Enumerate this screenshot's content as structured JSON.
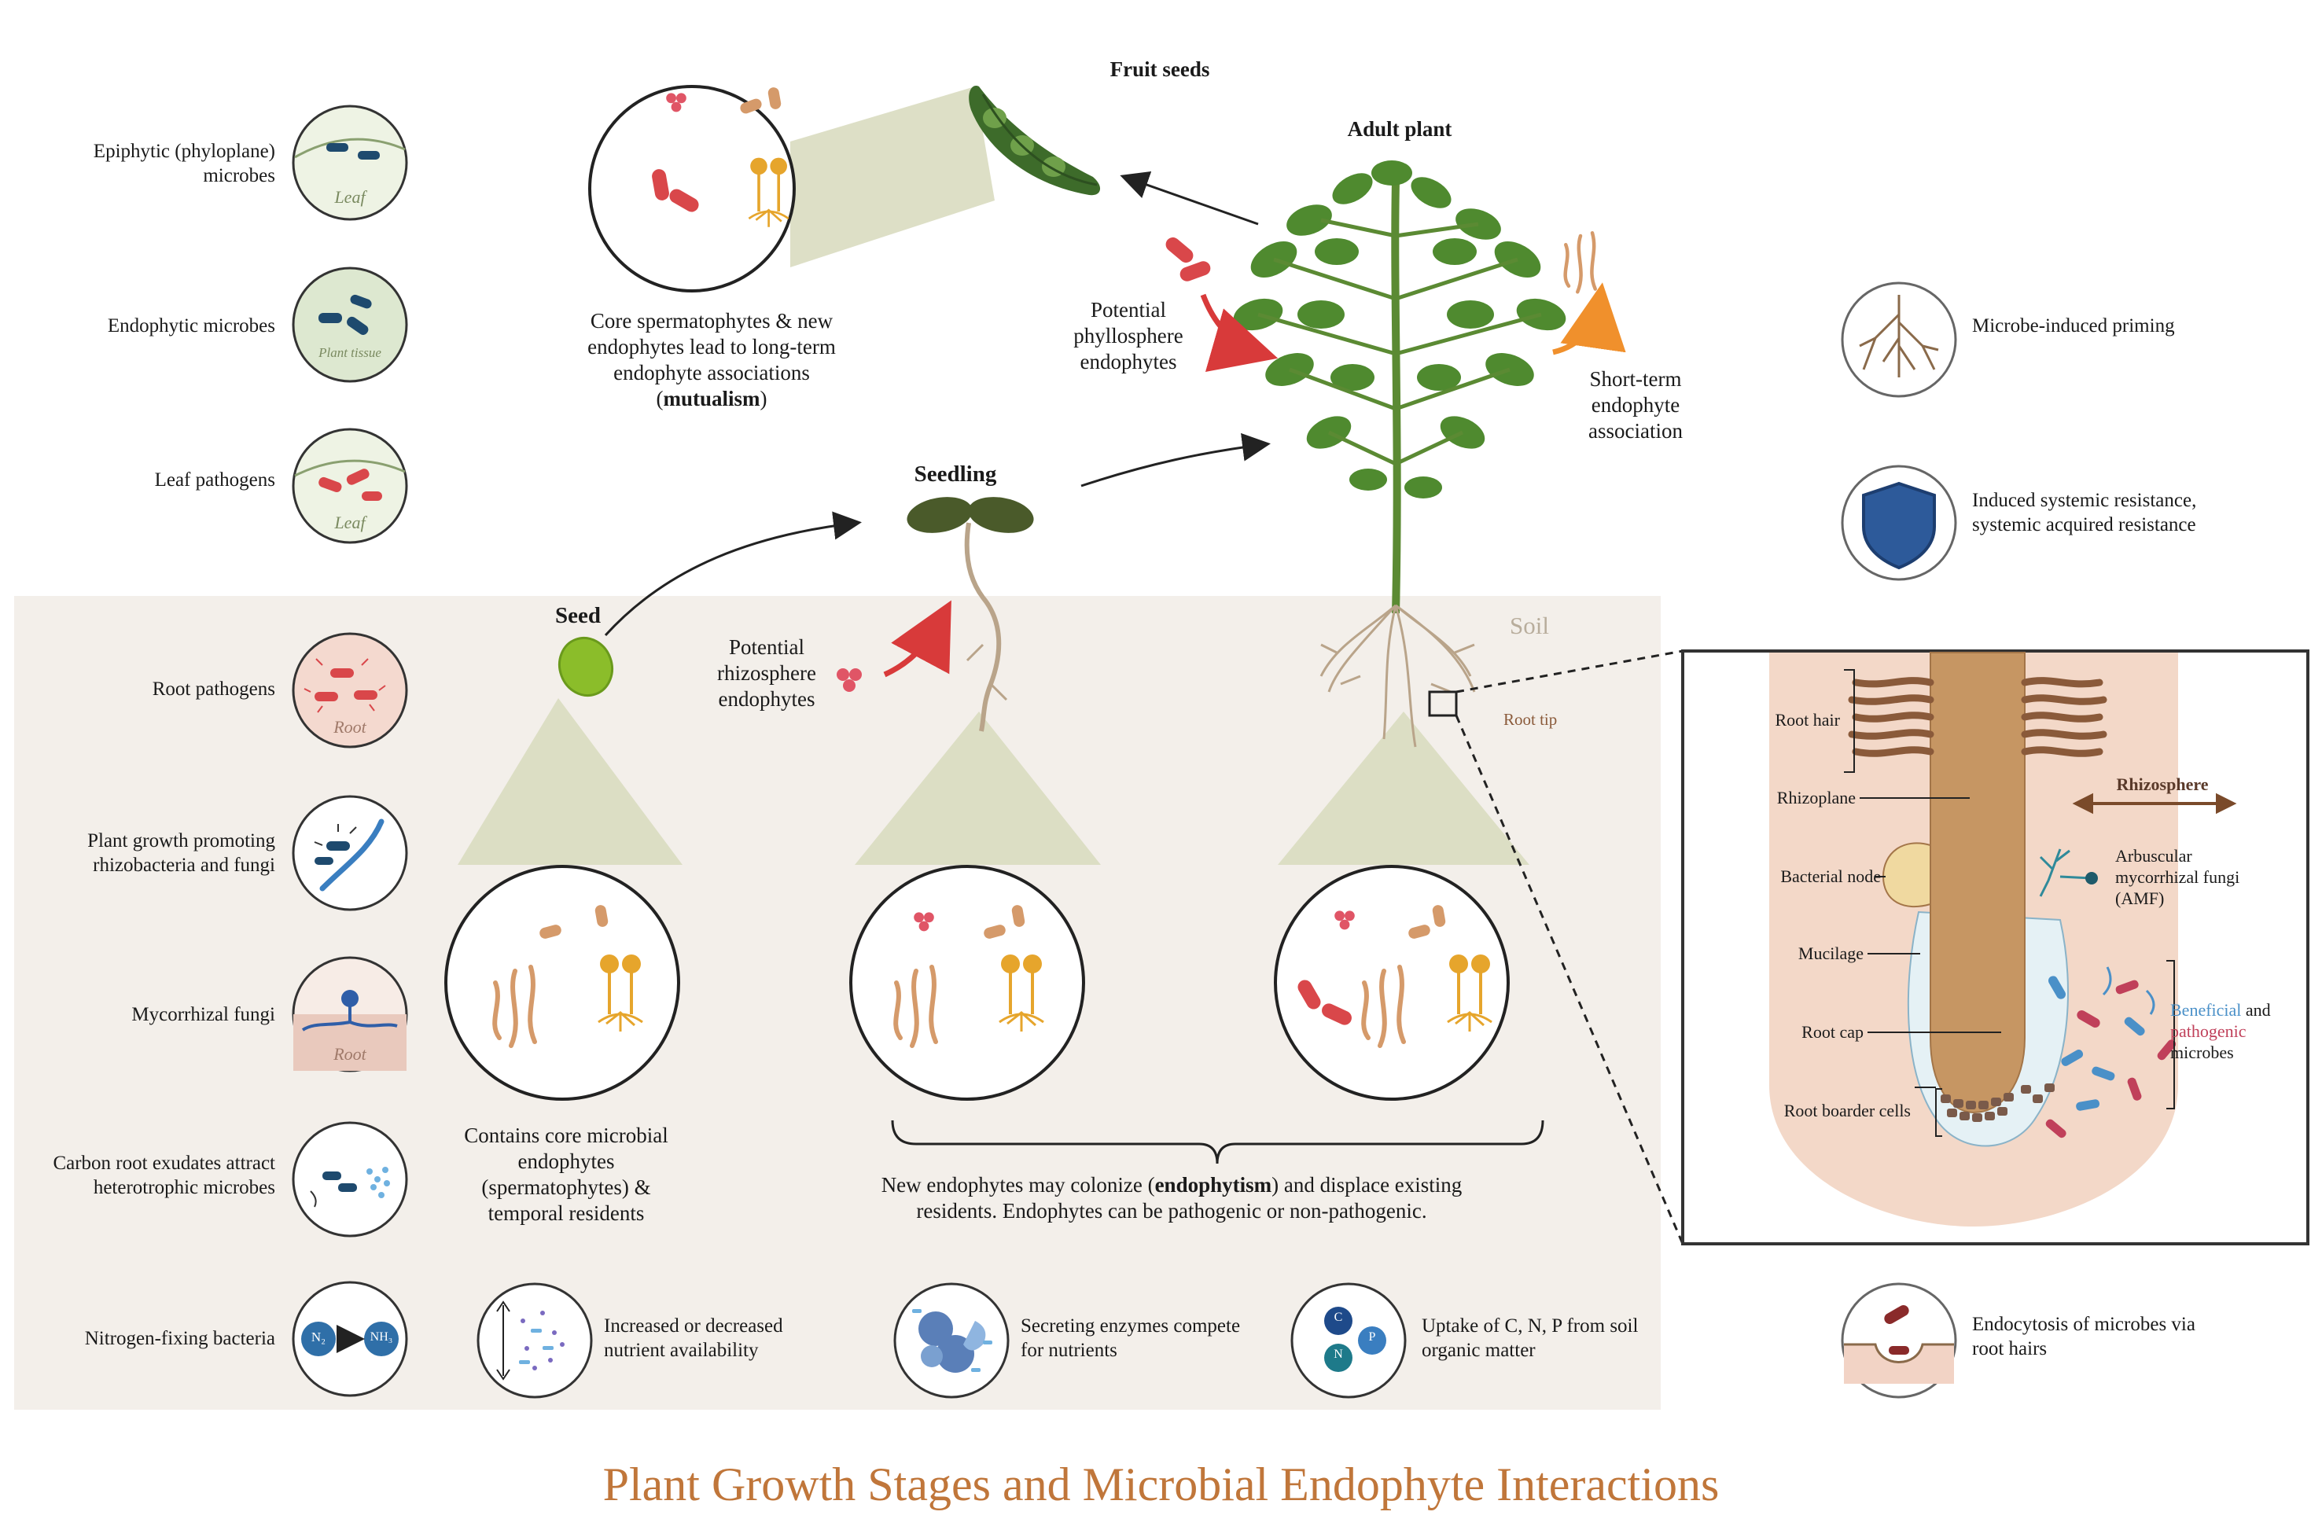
{
  "title": "Plant Growth Stages and Microbial Endophyte Interactions",
  "stages": {
    "fruit_seeds": "Fruit seeds",
    "adult_plant": "Adult plant",
    "seedling": "Seedling",
    "seed": "Seed",
    "soil": "Soil",
    "root_tip": "Root tip"
  },
  "annotations": {
    "core_spermatophytes": "Core spermatophytes & new endophytes lead to long-term endophyte associations",
    "mutualism": "mutualism",
    "phyllosphere": "Potential phyllosphere endophytes",
    "short_term": "Short-term endophyte association",
    "rhizosphere": "Potential rhizosphere endophytes",
    "seed_residents": "Contains core microbial endophytes (spermatophytes) & temporal residents",
    "new_endophytes_prefix": "New endophytes may colonize (",
    "endophytism": "endophytism",
    "new_endophytes_suffix": ") and displace existing residents. Endophytes can be pathogenic or non-pathogenic."
  },
  "left_legend": [
    {
      "label": "Epiphytic (phyloplane) microbes",
      "icon": "leaf-surface-bacteria-icon",
      "sub": "Leaf"
    },
    {
      "label": "Endophytic microbes",
      "icon": "plant-tissue-bacteria-icon",
      "sub": "Plant tissue"
    },
    {
      "label": "Leaf pathogens",
      "icon": "leaf-pathogen-icon",
      "sub": "Leaf"
    },
    {
      "label": "Root pathogens",
      "icon": "root-pathogen-icon",
      "sub": "Root"
    },
    {
      "label": "Plant growth promoting rhizobacteria and fungi",
      "icon": "pgpr-icon",
      "sub": ""
    },
    {
      "label": "Mycorrhizal fungi",
      "icon": "mycorrhizal-fungi-icon",
      "sub": "Root"
    },
    {
      "label": "Carbon root exudates attract heterotrophic microbes",
      "icon": "root-exudates-icon",
      "sub": ""
    },
    {
      "label": "Nitrogen-fixing bacteria",
      "icon": "nitrogen-fixing-icon",
      "sub": "",
      "n2": "N₂",
      "nh3": "NH₃"
    }
  ],
  "right_legend": [
    {
      "label": "Microbe-induced priming",
      "icon": "root-priming-icon"
    },
    {
      "label": "Induced systemic resistance, systemic acquired resistance",
      "icon": "shield-icon"
    },
    {
      "label": "Endocytosis of microbes via root hairs",
      "icon": "endocytosis-icon"
    }
  ],
  "bottom_legend": [
    {
      "label": "Increased or decreased nutrient availability",
      "icon": "nutrient-availability-icon"
    },
    {
      "label": "Secreting enzymes compete for nutrients",
      "icon": "enzymes-icon"
    },
    {
      "label": "Uptake of C, N, P from soil organic matter",
      "icon": "cnp-uptake-icon",
      "letters": [
        "C",
        "N",
        "P"
      ]
    }
  ],
  "root_tip_panel": {
    "root_hair": "Root hair",
    "rhizoplane": "Rhizoplane",
    "rhizosphere": "Rhizosphere",
    "bacterial_node": "Bacterial node",
    "amf": "Arbuscular mycorrhizal fungi (AMF)",
    "mucilage": "Mucilage",
    "root_cap": "Root cap",
    "beneficial": "Beneficial",
    "and": " and",
    "pathogenic": "pathogenic",
    "microbes": "microbes",
    "root_boarder_cells": "Root boarder cells"
  },
  "colors": {
    "title": "#c0763a",
    "soil_bg": "#f3efea",
    "cone": "#d9dcc0",
    "bacteria_red": "#d9474a",
    "bacteria_orange": "#d59a6a",
    "fungi_yellow": "#e6a52c",
    "leaf_green": "#4f8a2f",
    "beneficial_blue": "#4a90c8",
    "pathogenic_red": "#c0405a"
  }
}
